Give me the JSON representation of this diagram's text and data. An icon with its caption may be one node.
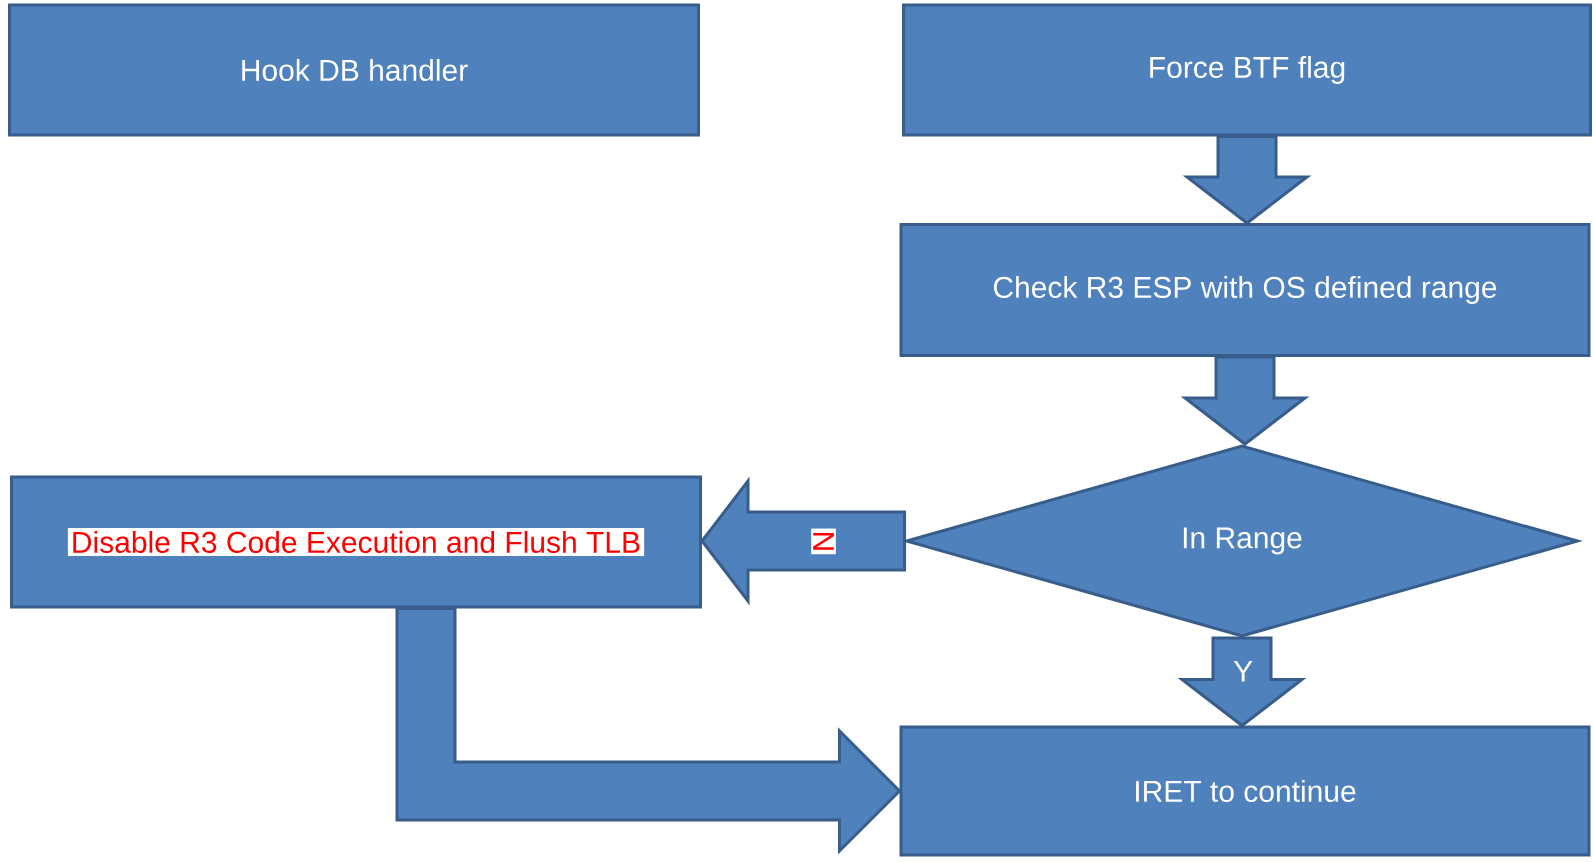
{
  "diagram": {
    "nodes": [
      {
        "text": [
          "Hook DB handler"
        ]
      },
      {
        "text": [
          "Force BTF flag"
        ]
      },
      {
        "text": [
          "Check R3 ESP with OS defined range"
        ]
      },
      {
        "text": [
          "In Range"
        ]
      },
      {
        "text": [
          "Disable R3 Code Execution and Flush TLB"
        ]
      },
      {
        "text": [
          "IRET to continue"
        ]
      }
    ],
    "edges": [
      {
        "from": 1,
        "to": 2,
        "arrow": "to"
      },
      {
        "from": 2,
        "to": 3,
        "arrow": "to"
      },
      {
        "from": 3,
        "to": 4,
        "arrow": "to",
        "label": "N"
      },
      {
        "from": 3,
        "to": 5,
        "arrow": "to",
        "label": "Y"
      },
      {
        "from": 4,
        "to": 5,
        "arrow": "to"
      }
    ]
  }
}
